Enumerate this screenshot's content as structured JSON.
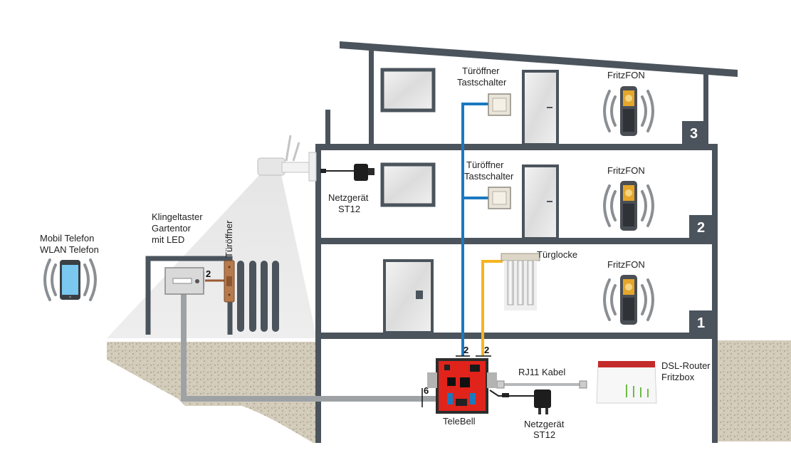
{
  "labels": {
    "mobile_line1": "Mobil Telefon",
    "mobile_line2": "WLAN Telefon",
    "bell_line1": "Klingeltaster",
    "bell_line2": "Gartentor",
    "bell_line3": "mit LED",
    "door_opener": "Türöffner",
    "psu_top_line1": "Netzgerät",
    "psu_top_line2": "ST12",
    "switch3_line1": "Türöffner",
    "switch3_line2": "Tastschalter",
    "switch2_line1": "Türöffner",
    "switch2_line2": "Tastschalter",
    "fritzfon_3": "FritzFON",
    "fritzfon_2": "FritzFON",
    "fritzfon_1": "FritzFON",
    "door_chime": "Türglocke",
    "rj11": "RJ11 Kabel",
    "router_line1": "DSL-Router",
    "router_line2": "Fritzbox",
    "telebell": "TeleBell",
    "psu_bottom_line1": "Netzgerät",
    "psu_bottom_line2": "ST12"
  },
  "wire_counts": {
    "bell_to_opener": "2",
    "blue_line": "2",
    "yellow_line": "2",
    "garden_cable": "6"
  },
  "floors": [
    "1",
    "2",
    "3"
  ],
  "colors": {
    "wall": "#4b545c",
    "blue_wire": "#1b79c0",
    "yellow_wire": "#f5b51f",
    "grey_cable": "#9ea2a5",
    "soil": "#cfc7b6",
    "telebell_board": "#e0231b",
    "door_opener": "#b67a4d"
  },
  "icons": [
    "smartphone-icon",
    "fritzfon-icon",
    "wifi-waves-icon",
    "camera-icon",
    "power-adapter-icon",
    "router-icon"
  ]
}
